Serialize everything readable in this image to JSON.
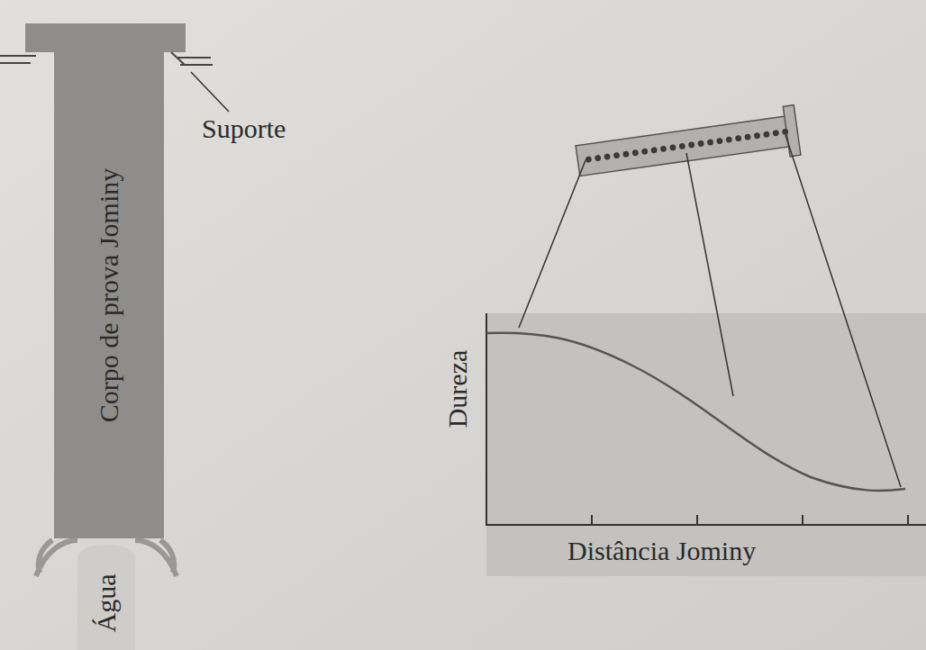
{
  "diagram": {
    "nodes": [
      {
        "text": [
          "Corpo de prova Jominy"
        ]
      },
      {
        "text": [
          "Água"
        ]
      }
    ],
    "edges": [],
    "labels": [
      "Suporte",
      "Dureza",
      "Distância Jominy"
    ]
  }
}
